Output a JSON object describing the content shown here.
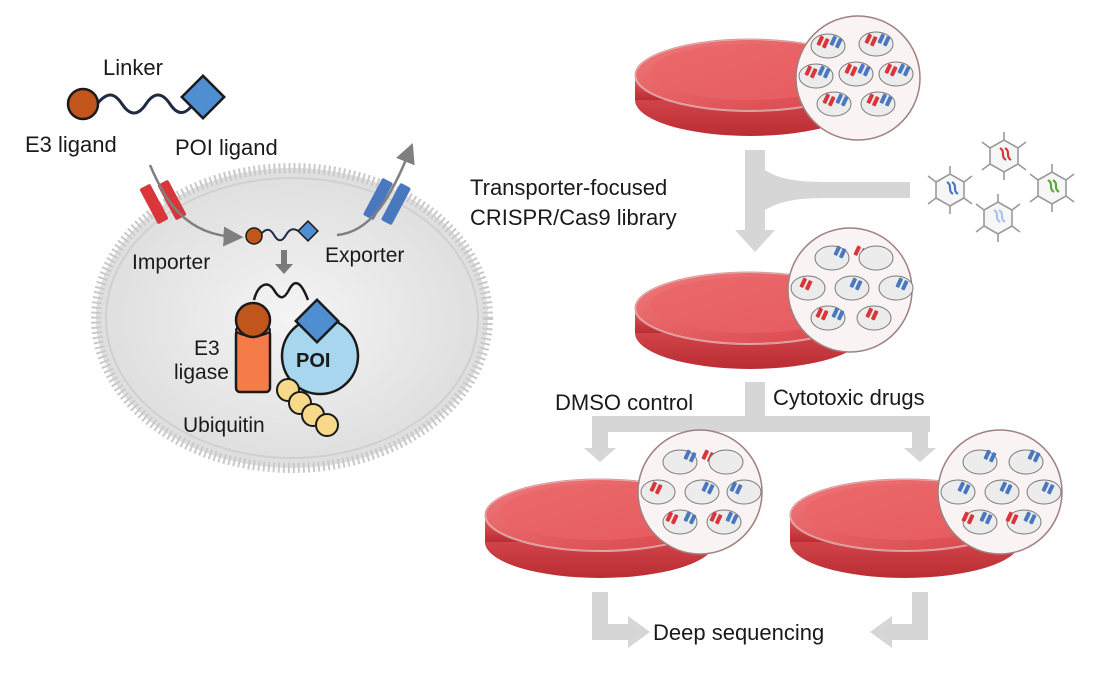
{
  "protac": {
    "linker": "Linker",
    "e3_ligand": "E3 ligand",
    "poi_ligand": "POI ligand"
  },
  "cell": {
    "importer": "Importer",
    "exporter": "Exporter",
    "e3_ligase_line1": "E3",
    "e3_ligase_line2": "ligase",
    "poi": "POI",
    "ubiquitin": "Ubiquitin"
  },
  "screen": {
    "library_line1": "Transporter-focused",
    "library_line2": "CRISPR/Cas9 library",
    "dmso": "DMSO control",
    "drugs": "Cytotoxic drugs",
    "sequencing": "Deep sequencing"
  },
  "colors": {
    "e3_ligand": "#c0561b",
    "poi_ligand": "#4f8fd1",
    "importer": "#d8363a",
    "exporter": "#4a78bf",
    "dish_medium": "#dc4c50",
    "flow_arrow": "#d6d6d6",
    "ubiquitin": "#f7d98a",
    "e3_ligase": "#f47c48",
    "poi_body": "#a9d6ef"
  }
}
